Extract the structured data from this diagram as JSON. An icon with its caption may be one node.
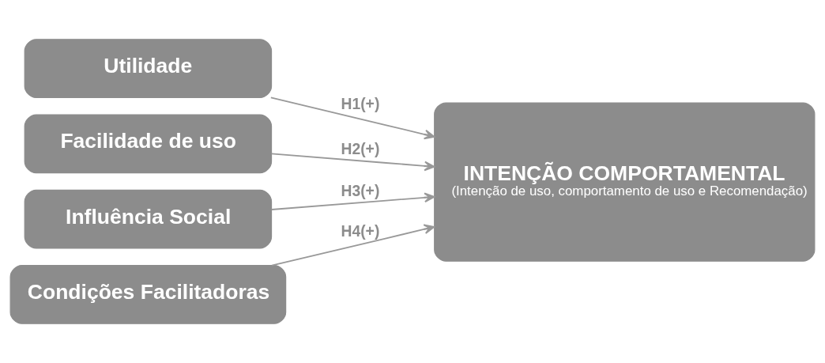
{
  "diagram": {
    "nodes": [
      {
        "text": [
          "Utilidade"
        ]
      },
      {
        "text": [
          "Facilidade de uso"
        ]
      },
      {
        "text": [
          "Influência Social"
        ]
      },
      {
        "text": [
          "Condições Facilitadoras"
        ]
      },
      {
        "text": [
          "INTENÇÃO COMPORTAMENTAL",
          "(Intenção de uso, comportamento de uso e Recomendação)"
        ]
      }
    ],
    "edges": [
      {
        "from": 0,
        "to": 4,
        "arrow": "to",
        "label": "H1(+)"
      },
      {
        "from": 1,
        "to": 4,
        "arrow": "to",
        "label": "H2(+)"
      },
      {
        "from": 2,
        "to": 4,
        "arrow": "to",
        "label": "H3(+)"
      },
      {
        "from": 3,
        "to": 4,
        "arrow": "to",
        "label": "H4(+)"
      }
    ]
  }
}
